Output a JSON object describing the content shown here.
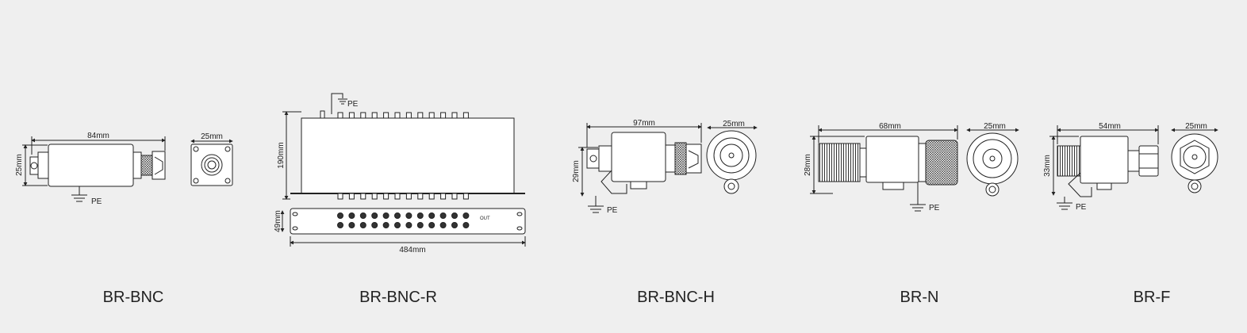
{
  "products": [
    {
      "caption": "BR-BNC",
      "length": "84mm",
      "height": "25mm",
      "face": "25mm",
      "pe": "PE"
    },
    {
      "caption": "BR-BNC-R",
      "height": "190mm",
      "front": "49mm",
      "width": "484mm",
      "pe": "PE",
      "out": "OUT"
    },
    {
      "caption": "BR-BNC-H",
      "length": "97mm",
      "height": "29mm",
      "face": "25mm",
      "pe": "PE"
    },
    {
      "caption": "BR-N",
      "length": "68mm",
      "height": "28mm",
      "face": "25mm",
      "pe": "PE"
    },
    {
      "caption": "BR-F",
      "length": "54mm",
      "height": "33mm",
      "face": "25mm",
      "pe": "PE"
    }
  ]
}
